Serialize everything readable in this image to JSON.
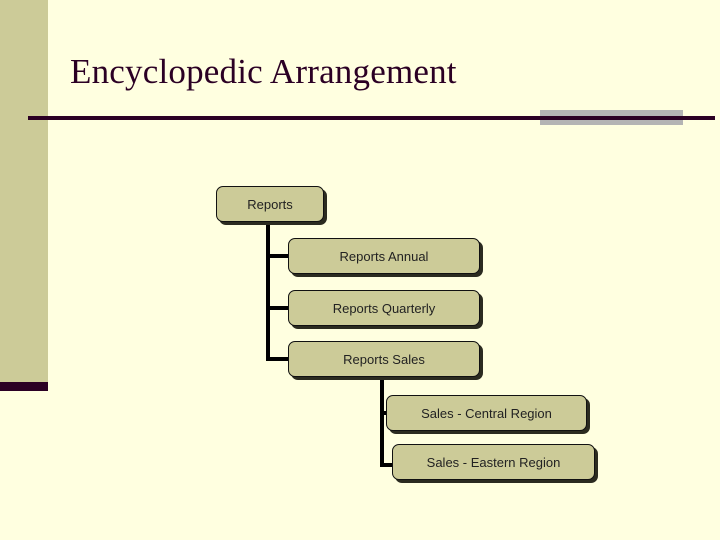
{
  "slide": {
    "title": "Encyclopedic Arrangement",
    "background_color": "#FFFFE0",
    "accent_band_color": "#CCCB98",
    "accent_foot_color": "#2B0024",
    "title_color": "#2B0024",
    "rule_color": "#2B0024",
    "gray_block_color": "#B4B4B4"
  },
  "diagram": {
    "type": "hierarchy-tree",
    "node_fill_color": "#CCCB98",
    "node_border_color": "#111111",
    "connector_color": "#000000",
    "nodes": [
      {
        "id": "reports",
        "label": "Reports",
        "level": 0
      },
      {
        "id": "annual",
        "label": "Reports Annual",
        "level": 1
      },
      {
        "id": "quarterly",
        "label": "Reports Quarterly",
        "level": 1
      },
      {
        "id": "sales",
        "label": "Reports Sales",
        "level": 1
      },
      {
        "id": "central",
        "label": "Sales - Central Region",
        "level": 2
      },
      {
        "id": "eastern",
        "label": "Sales - Eastern Region",
        "level": 2
      }
    ]
  }
}
